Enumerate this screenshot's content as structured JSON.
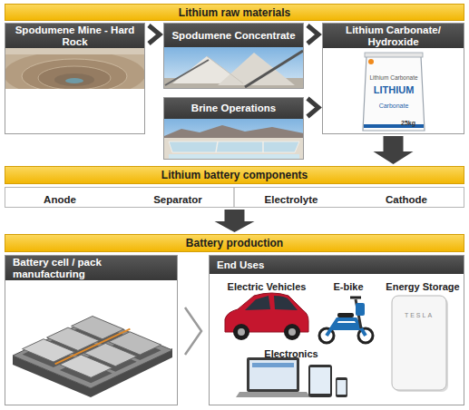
{
  "diagram": {
    "nodes": [
      {
        "text": [
          "Lithium raw materials"
        ]
      },
      {
        "text": [
          "Spodumene Mine - Hard Rock"
        ]
      },
      {
        "text": [
          "Spodumene Concentrate"
        ]
      },
      {
        "text": [
          "Brine Operations"
        ]
      },
      {
        "text": [
          "Lithium Carbonate/ Hydroxide"
        ]
      },
      {
        "text": [
          "Lithium battery components"
        ]
      },
      {
        "text": [
          "Anode",
          "Separator",
          "Electrolyte",
          "Cathode"
        ]
      },
      {
        "text": [
          "Battery production"
        ]
      },
      {
        "text": [
          "Battery cell / pack manufacturing"
        ]
      },
      {
        "text": [
          "End Uses",
          "Electric Vehicles",
          "E-bike",
          "Energy Storage",
          "Electronics"
        ]
      }
    ],
    "edges": [
      {
        "from": 1,
        "to": 2,
        "arrow": "to"
      },
      {
        "from": 2,
        "to": 4,
        "arrow": "to"
      },
      {
        "from": 3,
        "to": 4,
        "arrow": "to"
      },
      {
        "from": 4,
        "to": 5,
        "arrow": "to"
      },
      {
        "from": 6,
        "to": 7,
        "arrow": "to"
      },
      {
        "from": 8,
        "to": 9,
        "arrow": "to"
      }
    ],
    "labels": [
      "Lithium Carbonate",
      "LITHIUM",
      "Carbonate",
      "25kg",
      "TESLA"
    ]
  }
}
